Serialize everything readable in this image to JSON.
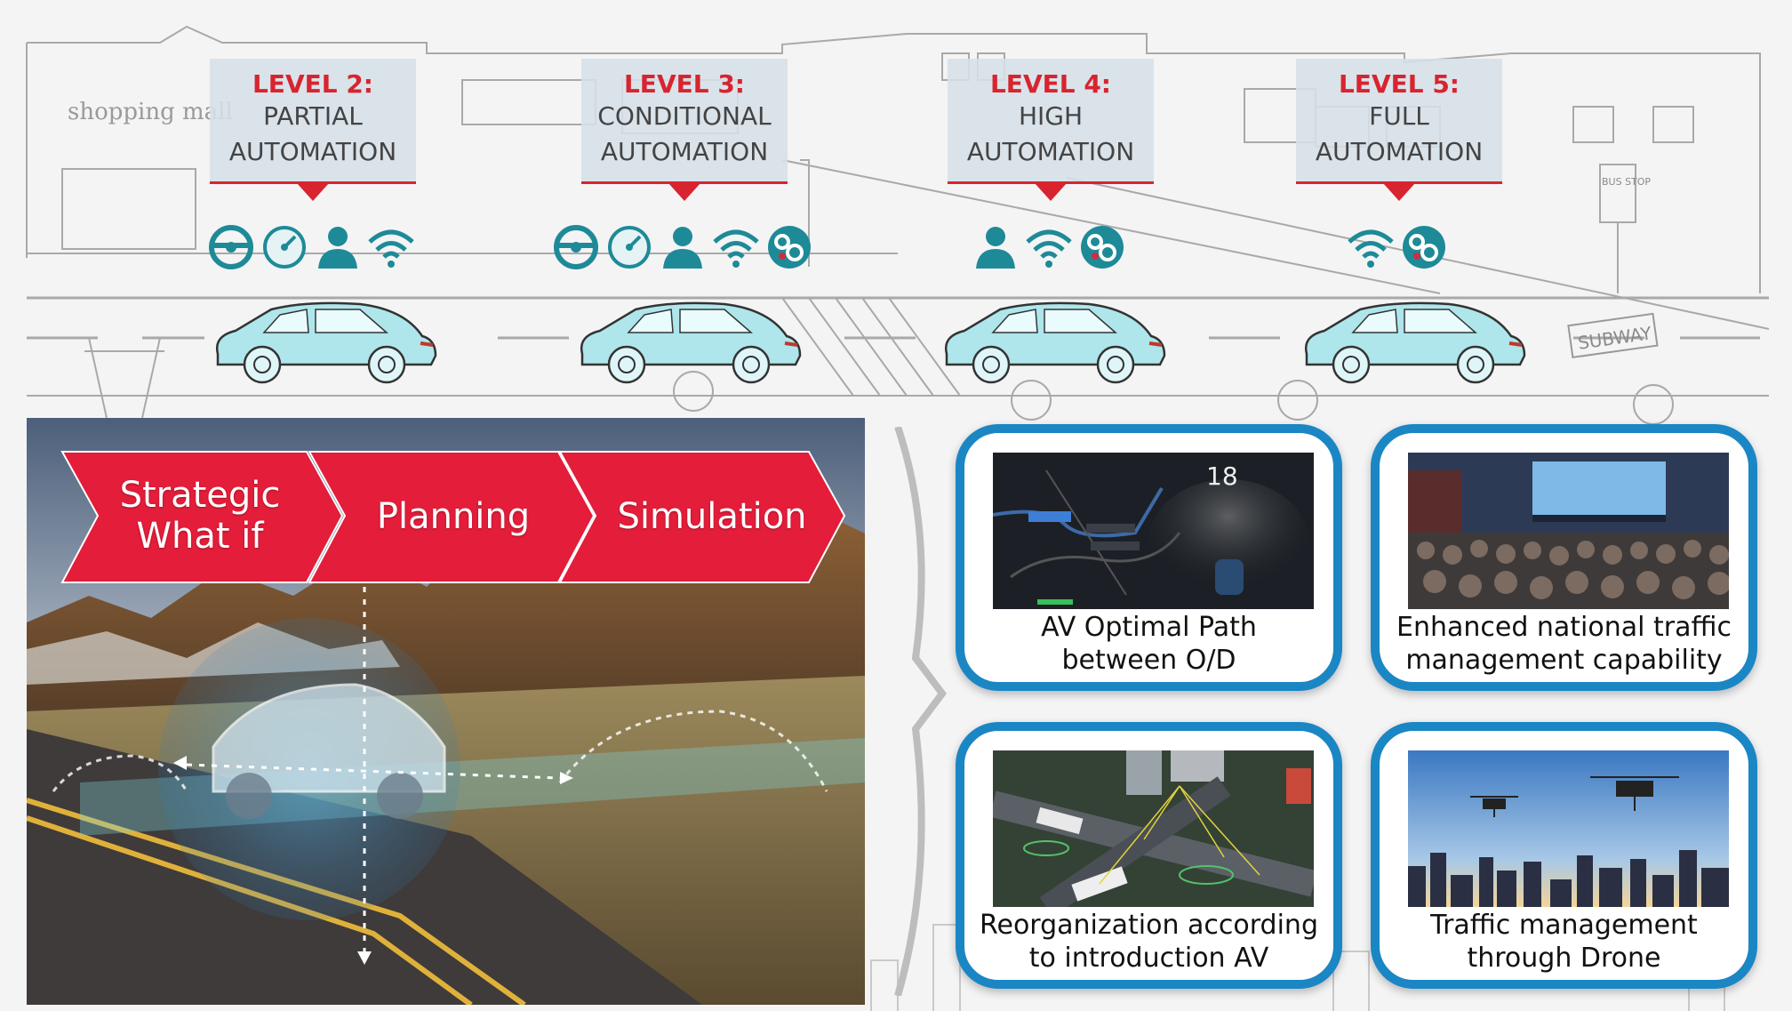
{
  "levels": [
    {
      "title": "LEVEL 2:",
      "lines": [
        "PARTIAL",
        "AUTOMATION"
      ],
      "icons": [
        "steering-wheel-icon",
        "speedometer-icon",
        "driver-icon",
        "wifi-icon"
      ]
    },
    {
      "title": "LEVEL 3:",
      "lines": [
        "CONDITIONAL",
        "AUTOMATION"
      ],
      "icons": [
        "steering-wheel-icon",
        "speedometer-icon",
        "driver-icon",
        "wifi-icon",
        "gears-icon"
      ]
    },
    {
      "title": "LEVEL 4:",
      "lines": [
        "HIGH",
        "AUTOMATION"
      ],
      "icons": [
        "driver-icon",
        "wifi-icon",
        "gears-icon"
      ]
    },
    {
      "title": "LEVEL 5:",
      "lines": [
        "FULL",
        "AUTOMATION"
      ],
      "icons": [
        "wifi-icon",
        "gears-icon"
      ]
    }
  ],
  "street_signs": {
    "shop": "shopping mall",
    "subway": "SUBWAY",
    "bus_stop": "BUS STOP"
  },
  "process_arrows": [
    "Strategic\nWhat if",
    "Planning",
    "Simulation"
  ],
  "outcomes": [
    {
      "caption": "AV Optimal Path between O/D",
      "speed": "18"
    },
    {
      "caption": "Enhanced national traffic management capability"
    },
    {
      "caption": "Reorganization according to introduction AV"
    },
    {
      "caption": "Traffic management through Drone"
    }
  ],
  "colors": {
    "accent_red": "#d8242f",
    "teal": "#1e8a98",
    "card_border": "#1b86c4",
    "car_fill": "#aee6ec"
  }
}
